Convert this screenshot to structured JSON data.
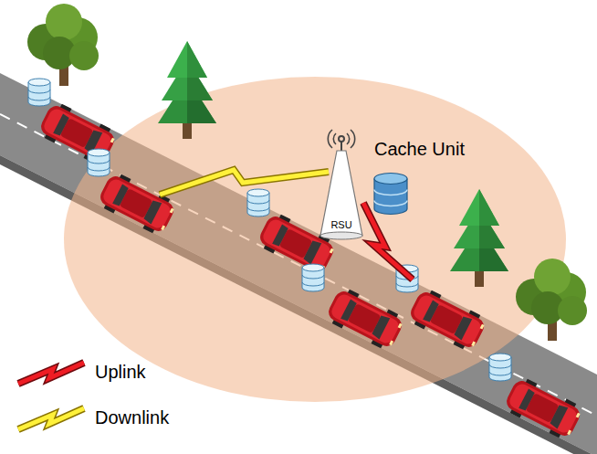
{
  "diagram": {
    "labels": [
      "Cache Unit",
      "RSU"
    ],
    "legend": [
      {
        "text": "Uplink"
      },
      {
        "text": "Downlink"
      }
    ]
  }
}
